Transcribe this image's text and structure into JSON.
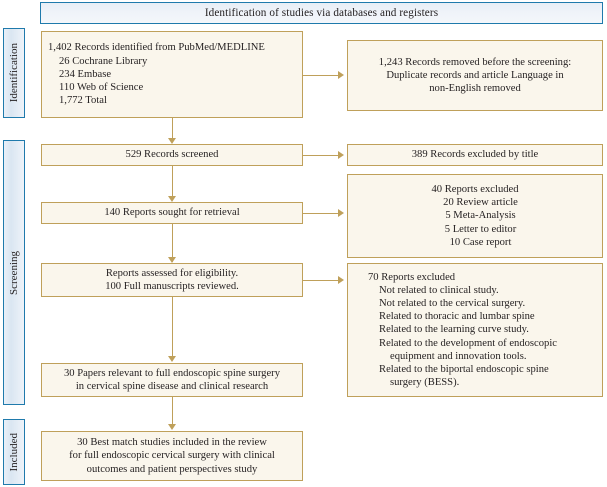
{
  "header": {
    "title": "Identification of studies via databases and registers"
  },
  "stages": [
    {
      "id": "identification",
      "label": "Identification"
    },
    {
      "id": "screening",
      "label": "Screening"
    },
    {
      "id": "included",
      "label": "Included"
    }
  ],
  "boxes": {
    "records_identified": {
      "align": "left",
      "lines": [
        {
          "text": "1,402 Records identified from PubMed/MEDLINE",
          "indent": 0
        },
        {
          "text": "26 Cochrane Library",
          "indent": 1
        },
        {
          "text": "234 Embase",
          "indent": 1
        },
        {
          "text": "110 Web of Science",
          "indent": 1
        },
        {
          "text": "1,772 Total",
          "indent": 1
        }
      ]
    },
    "records_removed": {
      "align": "center",
      "lines": [
        {
          "text": "1,243 Records removed before the screening:",
          "indent": 0
        },
        {
          "text": "Duplicate records and article Language in",
          "indent": 0
        },
        {
          "text": "non-English removed",
          "indent": 0
        }
      ]
    },
    "records_screened": {
      "align": "center",
      "lines": [
        {
          "text": "529 Records screened",
          "indent": 0
        }
      ]
    },
    "records_excluded_title": {
      "align": "center",
      "lines": [
        {
          "text": "389 Records excluded by title",
          "indent": 0
        }
      ]
    },
    "reports_sought": {
      "align": "center",
      "lines": [
        {
          "text": "140 Reports sought for retrieval",
          "indent": 0
        }
      ]
    },
    "reports_excluded_40": {
      "align": "left",
      "lines": [
        {
          "text": "40 Reports excluded",
          "indent": 0
        },
        {
          "text": "20 Review article",
          "indent": 1
        },
        {
          "text": "5 Meta-Analysis",
          "indent": 1
        },
        {
          "text": "5 Letter to editor",
          "indent": 1
        },
        {
          "text": "10 Case report",
          "indent": 1
        }
      ]
    },
    "reports_assessed": {
      "align": "center",
      "lines": [
        {
          "text": "Reports assessed for eligibility.",
          "indent": 0
        },
        {
          "text": "100 Full manuscripts reviewed.",
          "indent": 0
        }
      ]
    },
    "reports_excluded_70": {
      "align": "left",
      "lines": [
        {
          "text": "70 Reports excluded",
          "indent": 0
        },
        {
          "text": "Not related to clinical study.",
          "indent": 1
        },
        {
          "text": "Not related to the cervical surgery.",
          "indent": 1
        },
        {
          "text": "Related to thoracic and lumbar spine",
          "indent": 1
        },
        {
          "text": "Related to the learning curve study.",
          "indent": 1
        },
        {
          "text": "Related to the development of endoscopic",
          "indent": 1
        },
        {
          "text": "equipment and innovation tools.",
          "indent": 2
        },
        {
          "text": "Related to the biportal endoscopic spine",
          "indent": 1
        },
        {
          "text": "surgery (BESS).",
          "indent": 2
        }
      ]
    },
    "papers_relevant": {
      "align": "center",
      "lines": [
        {
          "text": "30 Papers relevant to full endoscopic spine surgery",
          "indent": 0
        },
        {
          "text": "in cervical spine disease and clinical research",
          "indent": 0
        }
      ]
    },
    "best_match": {
      "align": "center",
      "lines": [
        {
          "text": "30 Best match studies included in the review",
          "indent": 0
        },
        {
          "text": "for full endoscopic cervical surgery with clinical",
          "indent": 0
        },
        {
          "text": "outcomes and patient perspectives study",
          "indent": 0
        }
      ]
    }
  },
  "colors": {
    "box_border": "#bfa05a",
    "box_fill": "#faf6ec",
    "stage_border": "#1f7aac",
    "stage_fill": "#e4ecf6",
    "connector": "#bfa05a",
    "text": "#231f20",
    "background": "#ffffff"
  }
}
